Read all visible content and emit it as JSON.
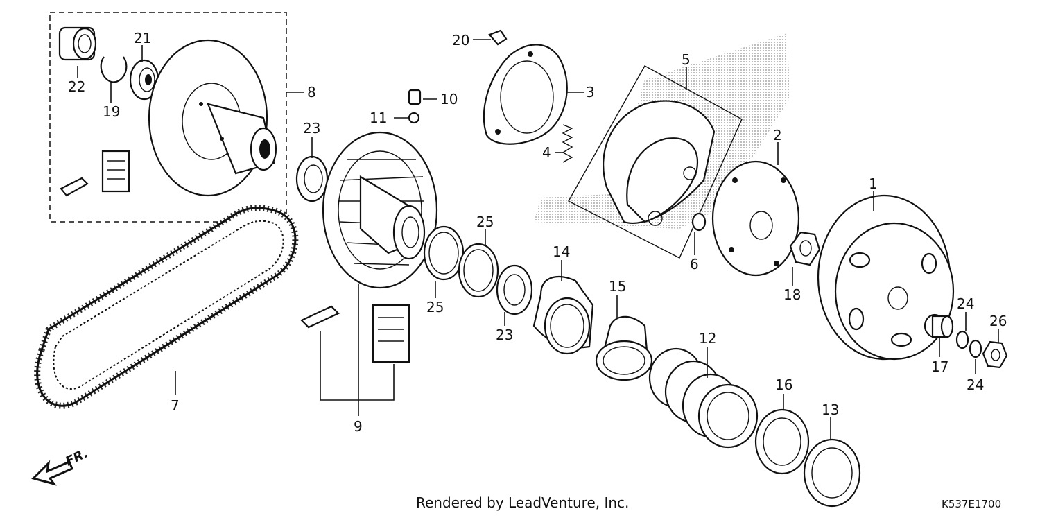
{
  "callouts": [
    {
      "id": "1",
      "label": "1"
    },
    {
      "id": "2",
      "label": "2"
    },
    {
      "id": "3",
      "label": "3"
    },
    {
      "id": "4",
      "label": "4"
    },
    {
      "id": "5",
      "label": "5"
    },
    {
      "id": "6",
      "label": "6"
    },
    {
      "id": "7",
      "label": "7"
    },
    {
      "id": "8",
      "label": "8"
    },
    {
      "id": "9",
      "label": "9"
    },
    {
      "id": "10",
      "label": "10"
    },
    {
      "id": "11",
      "label": "11"
    },
    {
      "id": "12",
      "label": "12"
    },
    {
      "id": "13",
      "label": "13"
    },
    {
      "id": "14",
      "label": "14"
    },
    {
      "id": "15",
      "label": "15"
    },
    {
      "id": "16",
      "label": "16"
    },
    {
      "id": "17",
      "label": "17"
    },
    {
      "id": "18",
      "label": "18"
    },
    {
      "id": "19",
      "label": "19"
    },
    {
      "id": "20",
      "label": "20"
    },
    {
      "id": "21",
      "label": "21"
    },
    {
      "id": "22",
      "label": "22"
    },
    {
      "id": "23a",
      "label": "23"
    },
    {
      "id": "23b",
      "label": "23"
    },
    {
      "id": "24a",
      "label": "24"
    },
    {
      "id": "24b",
      "label": "24"
    },
    {
      "id": "25a",
      "label": "25"
    },
    {
      "id": "25b",
      "label": "25"
    },
    {
      "id": "26",
      "label": "26"
    }
  ],
  "footer": {
    "credit": "Rendered by LeadVenture, Inc.",
    "ref_code": "K537E1700"
  },
  "front_marker": {
    "label": "FR."
  },
  "colors": {
    "line": "#111111",
    "background": "#ffffff",
    "shading": "#9a9a9a"
  }
}
